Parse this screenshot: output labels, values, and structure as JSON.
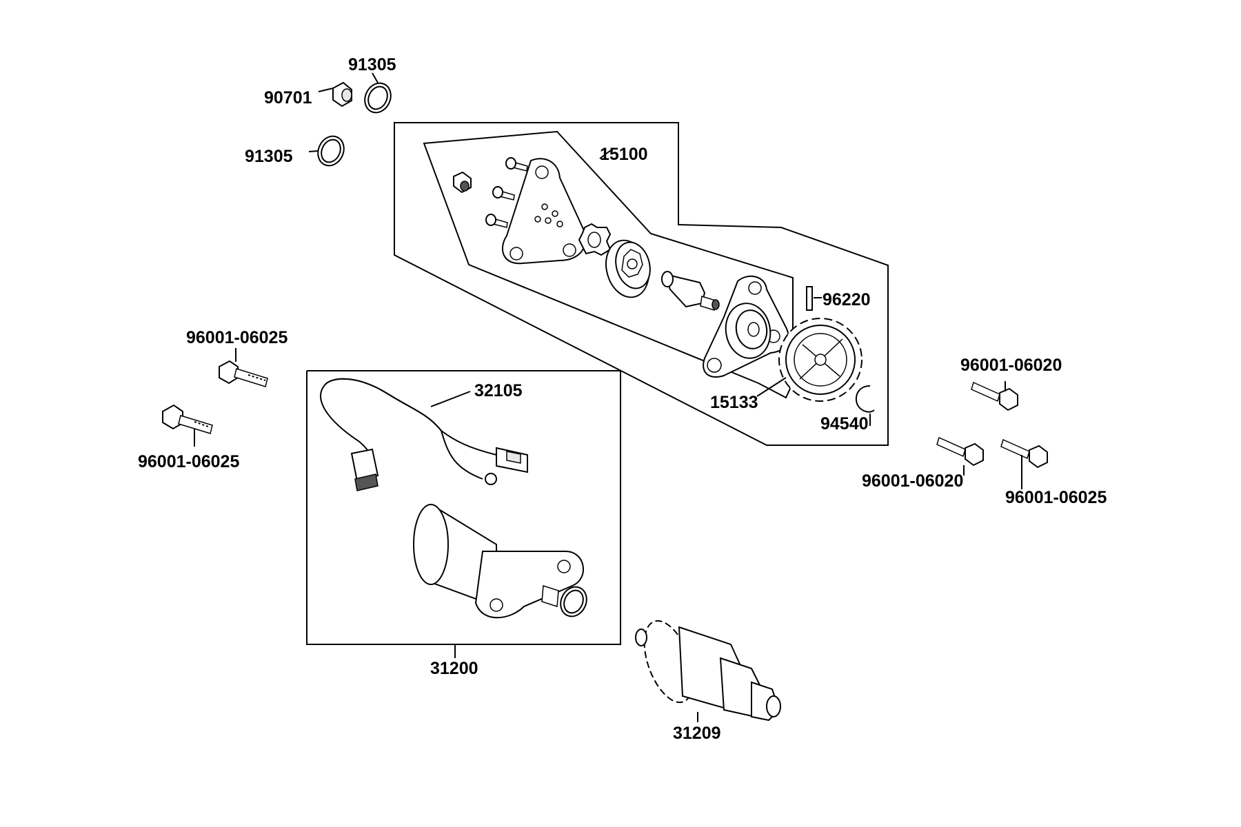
{
  "labels": {
    "p91305_top": "91305",
    "p90701": "90701",
    "p91305_left": "91305",
    "p15100": "15100",
    "p96220": "96220",
    "p15133": "15133",
    "p94540": "94540",
    "p96001_06025_a": "96001-06025",
    "p96001_06025_b": "96001-06025",
    "p96001_06020_a": "96001-06020",
    "p96001_06020_b": "96001-06020",
    "p96001_06025_c": "96001-06025",
    "p32105": "32105",
    "p31200": "31200",
    "p31209": "31209"
  },
  "colors": {
    "line": "#000000",
    "background": "#ffffff"
  }
}
